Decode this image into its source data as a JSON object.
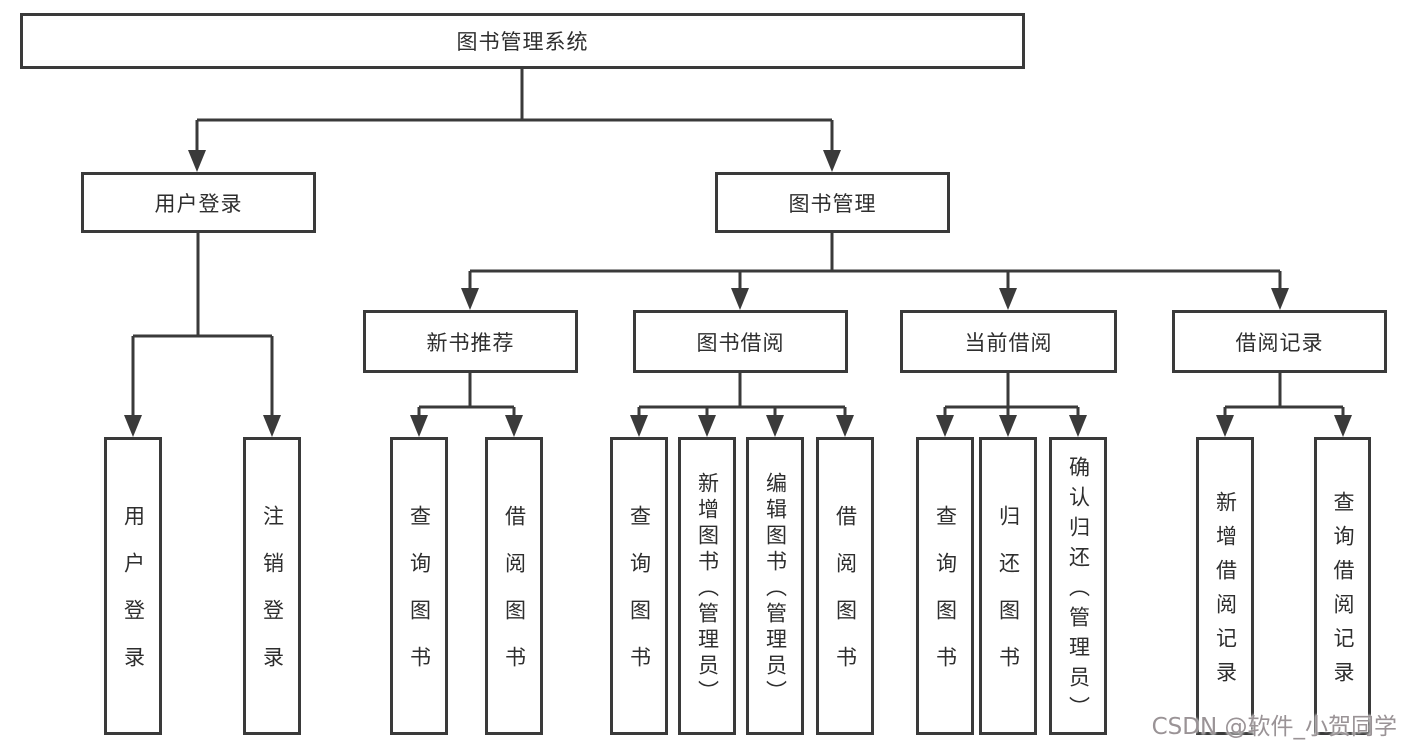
{
  "diagram": {
    "type": "hierarchy-tree",
    "root": {
      "label": "图书管理系统"
    },
    "level2": [
      {
        "label": "用户登录",
        "parent": "图书管理系统"
      },
      {
        "label": "图书管理",
        "parent": "图书管理系统"
      }
    ],
    "level3": [
      {
        "label": "新书推荐",
        "parent": "图书管理"
      },
      {
        "label": "图书借阅",
        "parent": "图书管理"
      },
      {
        "label": "当前借阅",
        "parent": "图书管理"
      },
      {
        "label": "借阅记录",
        "parent": "图书管理"
      }
    ],
    "leaves": [
      {
        "label": "用户登录",
        "parent": "用户登录"
      },
      {
        "label": "注销登录",
        "parent": "用户登录"
      },
      {
        "label": "查询图书",
        "parent": "新书推荐"
      },
      {
        "label": "借阅图书",
        "parent": "新书推荐"
      },
      {
        "label": "查询图书",
        "parent": "图书借阅"
      },
      {
        "label": "新增图书（管理员）",
        "parent": "图书借阅"
      },
      {
        "label": "编辑图书（管理员）",
        "parent": "图书借阅"
      },
      {
        "label": "借阅图书",
        "parent": "图书借阅"
      },
      {
        "label": "查询图书",
        "parent": "当前借阅"
      },
      {
        "label": "归还图书",
        "parent": "当前借阅"
      },
      {
        "label": "确认归还（管理员）",
        "parent": "当前借阅"
      },
      {
        "label": "新增借阅记录",
        "parent": "借阅记录"
      },
      {
        "label": "查询借阅记录",
        "parent": "借阅记录"
      }
    ]
  },
  "watermark": {
    "text": "CSDN @软件_小贺同学"
  },
  "colors": {
    "background": "#ffffff",
    "line": "#3a3a3a",
    "text": "#2e2e2e",
    "watermark": "#9a9396"
  }
}
